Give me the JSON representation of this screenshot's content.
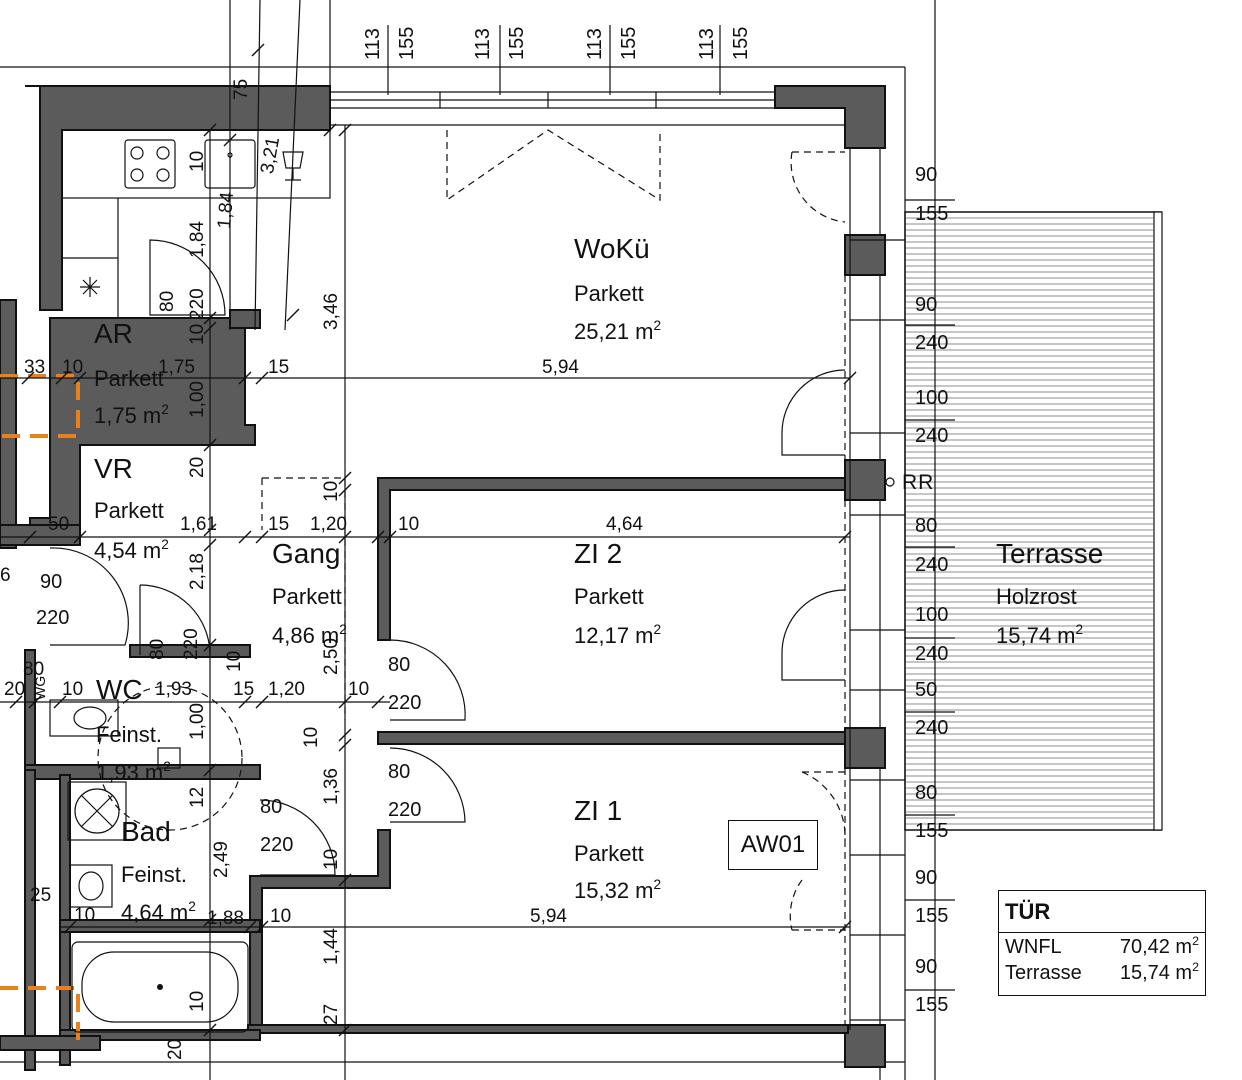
{
  "rooms": {
    "woku": {
      "name": "WoKü",
      "floor": "Parkett",
      "area": "25,21 m",
      "unit": "2"
    },
    "ar": {
      "name": "AR",
      "floor": "Parkett",
      "area": "1,75 m",
      "unit": "2"
    },
    "vr": {
      "name": "VR",
      "floor": "Parkett",
      "area": "4,54 m",
      "unit": "2"
    },
    "gang": {
      "name": "Gang",
      "floor": "Parkett",
      "area": "4,86 m",
      "unit": "2"
    },
    "zi2": {
      "name": "ZI 2",
      "floor": "Parkett",
      "area": "12,17 m",
      "unit": "2"
    },
    "zi1": {
      "name": "ZI 1",
      "floor": "Parkett",
      "area": "15,32 m",
      "unit": "2"
    },
    "wc": {
      "name": "WC",
      "floor": "Feinst.",
      "area": "1,93 m",
      "unit": "2"
    },
    "bad": {
      "name": "Bad",
      "floor": "Feinst.",
      "area": "4,64 m",
      "unit": "2"
    },
    "terrasse": {
      "name": "Terrasse",
      "floor": "Holzrost",
      "area": "15,74 m",
      "unit": "2"
    }
  },
  "tags": {
    "aw01": "AW01",
    "rr": "RR",
    "wg": "WG"
  },
  "summary": {
    "title": "TÜR",
    "wnfl_label": "WNFL",
    "wnfl_value": "70,42 m",
    "terrasse_label": "Terrasse",
    "terrasse_value": "15,74 m",
    "unit": "2"
  },
  "dimensions": {
    "top": [
      "113",
      "155",
      "113",
      "155",
      "113",
      "155",
      "113",
      "155"
    ],
    "right": [
      "90",
      "155",
      "90",
      "240",
      "100",
      "240",
      "80",
      "240",
      "100",
      "240",
      "50",
      "240",
      "80",
      "155",
      "90",
      "155",
      "90",
      "155"
    ],
    "horizontal": [
      "33",
      "10",
      "1,75",
      "15",
      "5,94",
      "50",
      "1,61",
      "15",
      "1,20",
      "10",
      "4,64",
      "20",
      "10",
      "1,93",
      "15",
      "1,20",
      "10",
      "25",
      "10",
      "1,88",
      "10",
      "5,94"
    ],
    "vertical": [
      "75",
      "10",
      "3,21",
      "1,84",
      "1,84",
      "220",
      "10",
      "3,46",
      "1,00",
      "20",
      "10",
      "2,18",
      "2,50",
      "10",
      "1,00",
      "10",
      "1,36",
      "12",
      "2,49",
      "10",
      "1,44",
      "27",
      "10",
      "20"
    ],
    "doors": [
      "80",
      "220",
      "90",
      "220",
      "80",
      "220",
      "80",
      "220",
      "80",
      "220",
      "80",
      "220",
      "80"
    ],
    "misc_top_cut": "6"
  },
  "colors": {
    "wall": "#5b5b5b",
    "line": "#111111",
    "boundary": "#e8801e",
    "paper": "#ffffff"
  }
}
